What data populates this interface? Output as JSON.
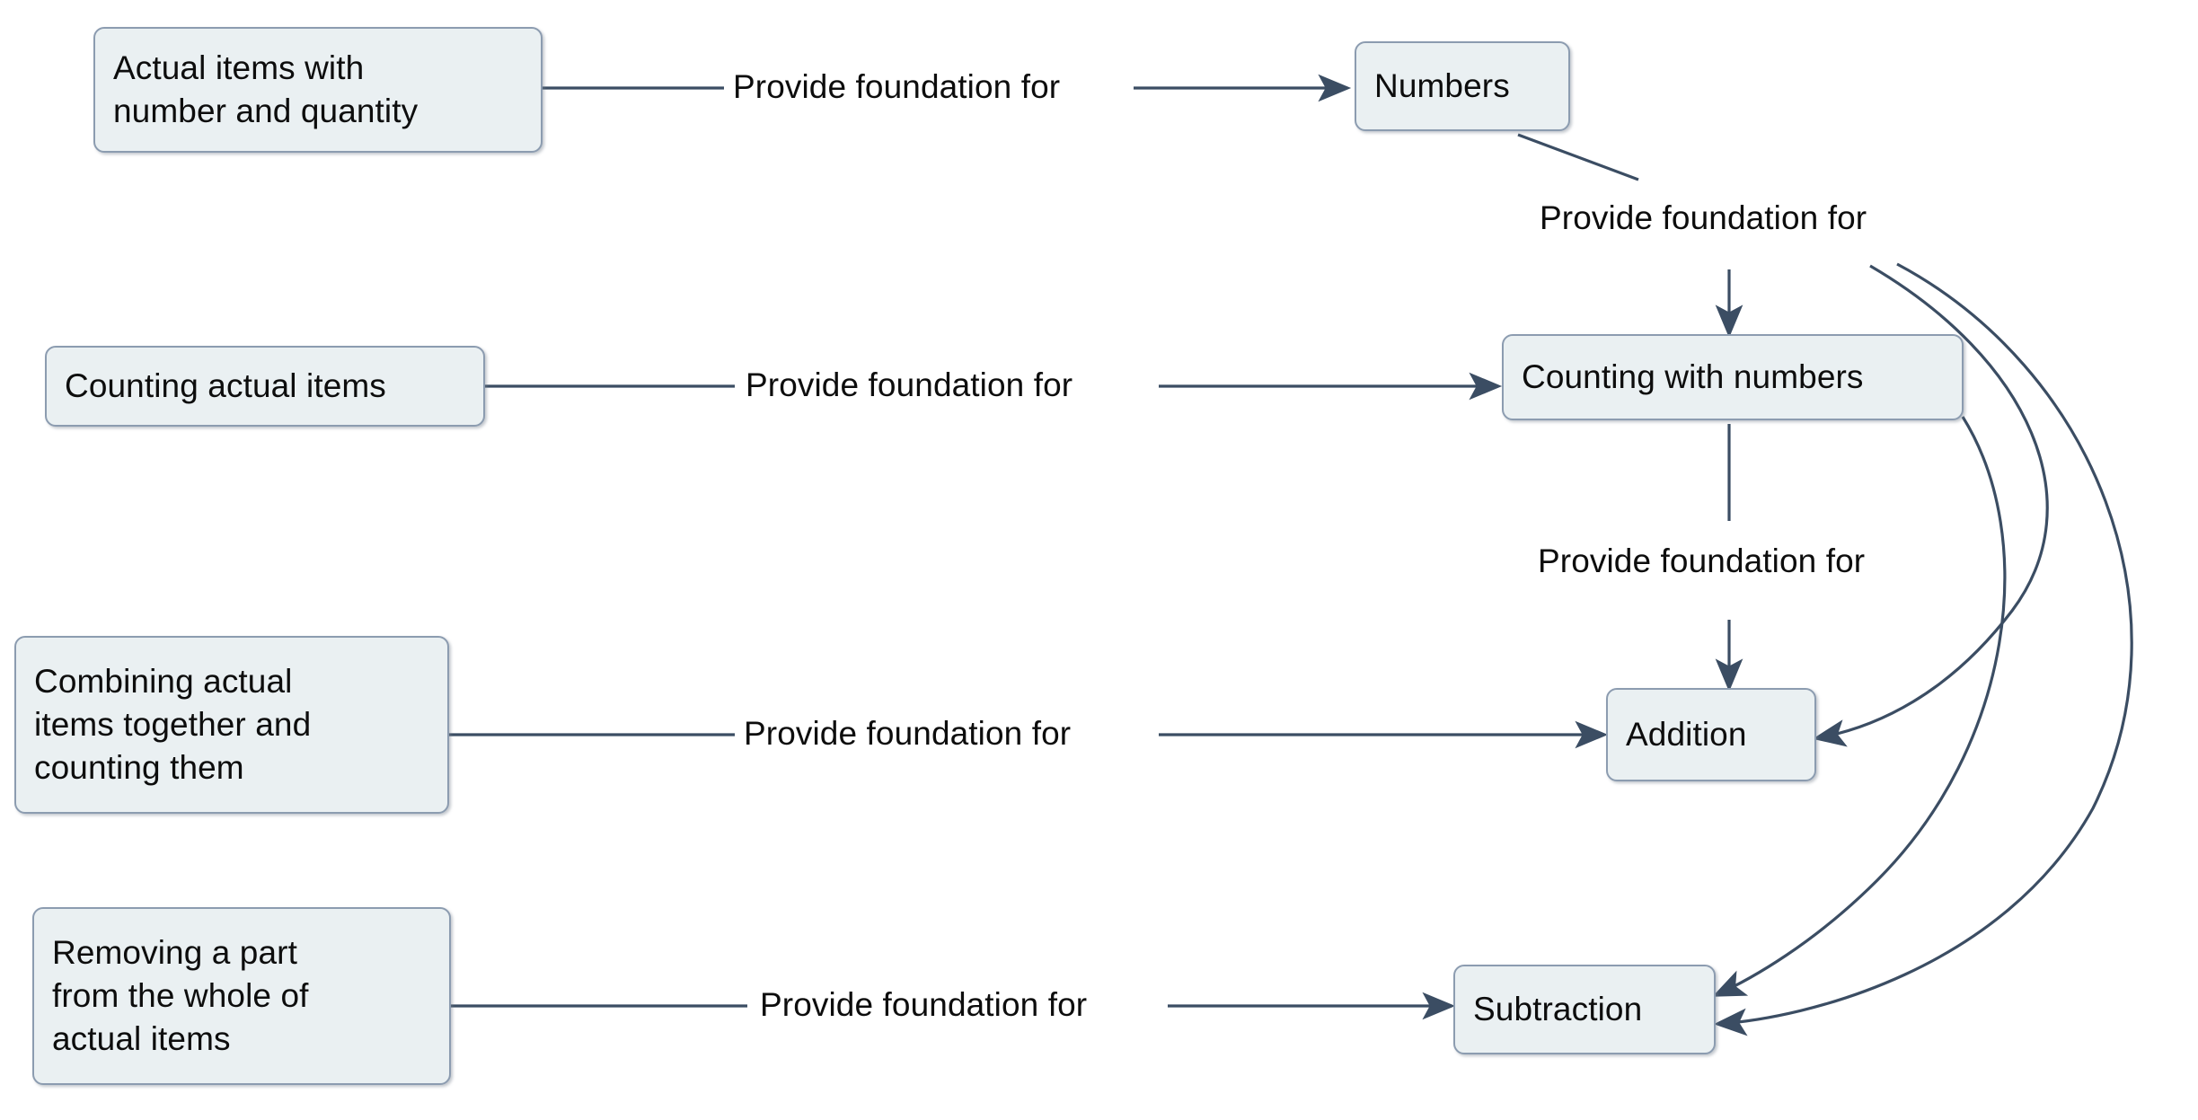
{
  "diagram": {
    "title": "Mathematical concept foundation flow diagram",
    "background": "#ffffff",
    "node_fill": "#eaf0f2",
    "node_border": "#8c9cb0",
    "edge_color": "#3b4d63",
    "text_color": "#0d0d0d",
    "nodes": [
      {
        "id": "actual-items",
        "label": "Actual items with\nnumber and quantity"
      },
      {
        "id": "counting-actual",
        "label": "Counting actual items"
      },
      {
        "id": "combining-actual",
        "label": "Combining actual\nitems together and\ncounting them"
      },
      {
        "id": "removing-part",
        "label": "Removing a part\nfrom the whole of\nactual items"
      },
      {
        "id": "numbers",
        "label": "Numbers"
      },
      {
        "id": "counting-numbers",
        "label": "Counting with numbers"
      },
      {
        "id": "addition",
        "label": "Addition"
      },
      {
        "id": "subtraction",
        "label": "Subtraction"
      }
    ],
    "edge_labels": [
      {
        "id": "lbl-1",
        "text": "Provide foundation for"
      },
      {
        "id": "lbl-2",
        "text": "Provide foundation for"
      },
      {
        "id": "lbl-3",
        "text": "Provide foundation for"
      },
      {
        "id": "lbl-4",
        "text": "Provide foundation for"
      },
      {
        "id": "lbl-5",
        "text": "Provide foundation for"
      },
      {
        "id": "lbl-6",
        "text": "Provide foundation for"
      }
    ],
    "edges": [
      {
        "from": "actual-items",
        "to": "numbers",
        "label": "Provide foundation for"
      },
      {
        "from": "counting-actual",
        "to": "counting-numbers",
        "label": "Provide foundation for"
      },
      {
        "from": "combining-actual",
        "to": "addition",
        "label": "Provide foundation for"
      },
      {
        "from": "removing-part",
        "to": "subtraction",
        "label": "Provide foundation for"
      },
      {
        "from": "numbers",
        "to": "counting-numbers",
        "label": "Provide foundation for"
      },
      {
        "from": "counting-numbers",
        "to": "addition",
        "label": "Provide foundation for"
      },
      {
        "from": "numbers",
        "to": "addition",
        "label": ""
      },
      {
        "from": "numbers",
        "to": "subtraction",
        "label": ""
      },
      {
        "from": "counting-numbers",
        "to": "subtraction",
        "label": ""
      }
    ]
  }
}
